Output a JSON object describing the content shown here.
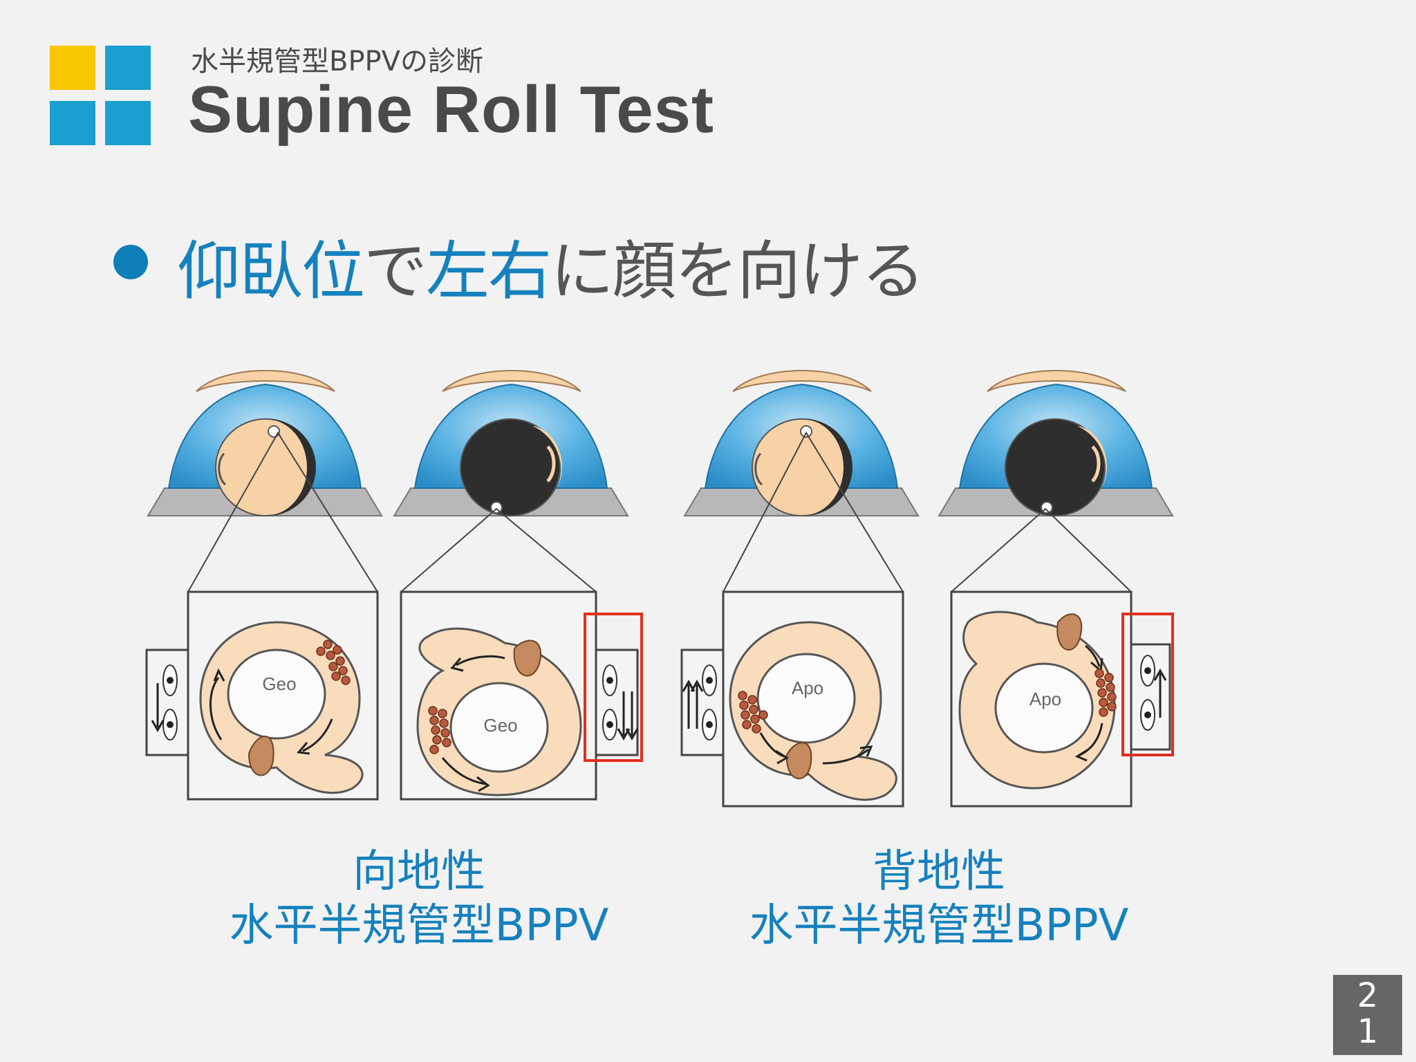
{
  "header": {
    "subtitle": "水半規管型BPPVの診断",
    "title": "Supine Roll Test"
  },
  "bullet": {
    "part1": "仰臥位",
    "part2": "で",
    "part3": "左右",
    "part4": "に顔を向ける"
  },
  "panels": [
    {
      "label": "Geo",
      "arrows": "down"
    },
    {
      "label": "Geo",
      "arrows": "down-down",
      "highlight": true
    },
    {
      "label": "Apo",
      "arrows": "up-up"
    },
    {
      "label": "Apo",
      "arrows": "up",
      "highlight": true
    }
  ],
  "captions": [
    {
      "line1": "向地性",
      "line2": "水平半規管型BPPV"
    },
    {
      "line1": "背地性",
      "line2": "水平半規管型BPPV"
    }
  ],
  "page": {
    "digit1": "2",
    "digit2": "1"
  },
  "colors": {
    "accent_blue": "#1581bd",
    "logo_yellow": "#f7c800",
    "logo_blue": "#1a9fd0",
    "highlight_red": "#e0301e",
    "skin": "#f7d2a6",
    "canal": "#f8dcbc",
    "hair": "#2e2e2e",
    "shirt": "#3b9fd6"
  }
}
